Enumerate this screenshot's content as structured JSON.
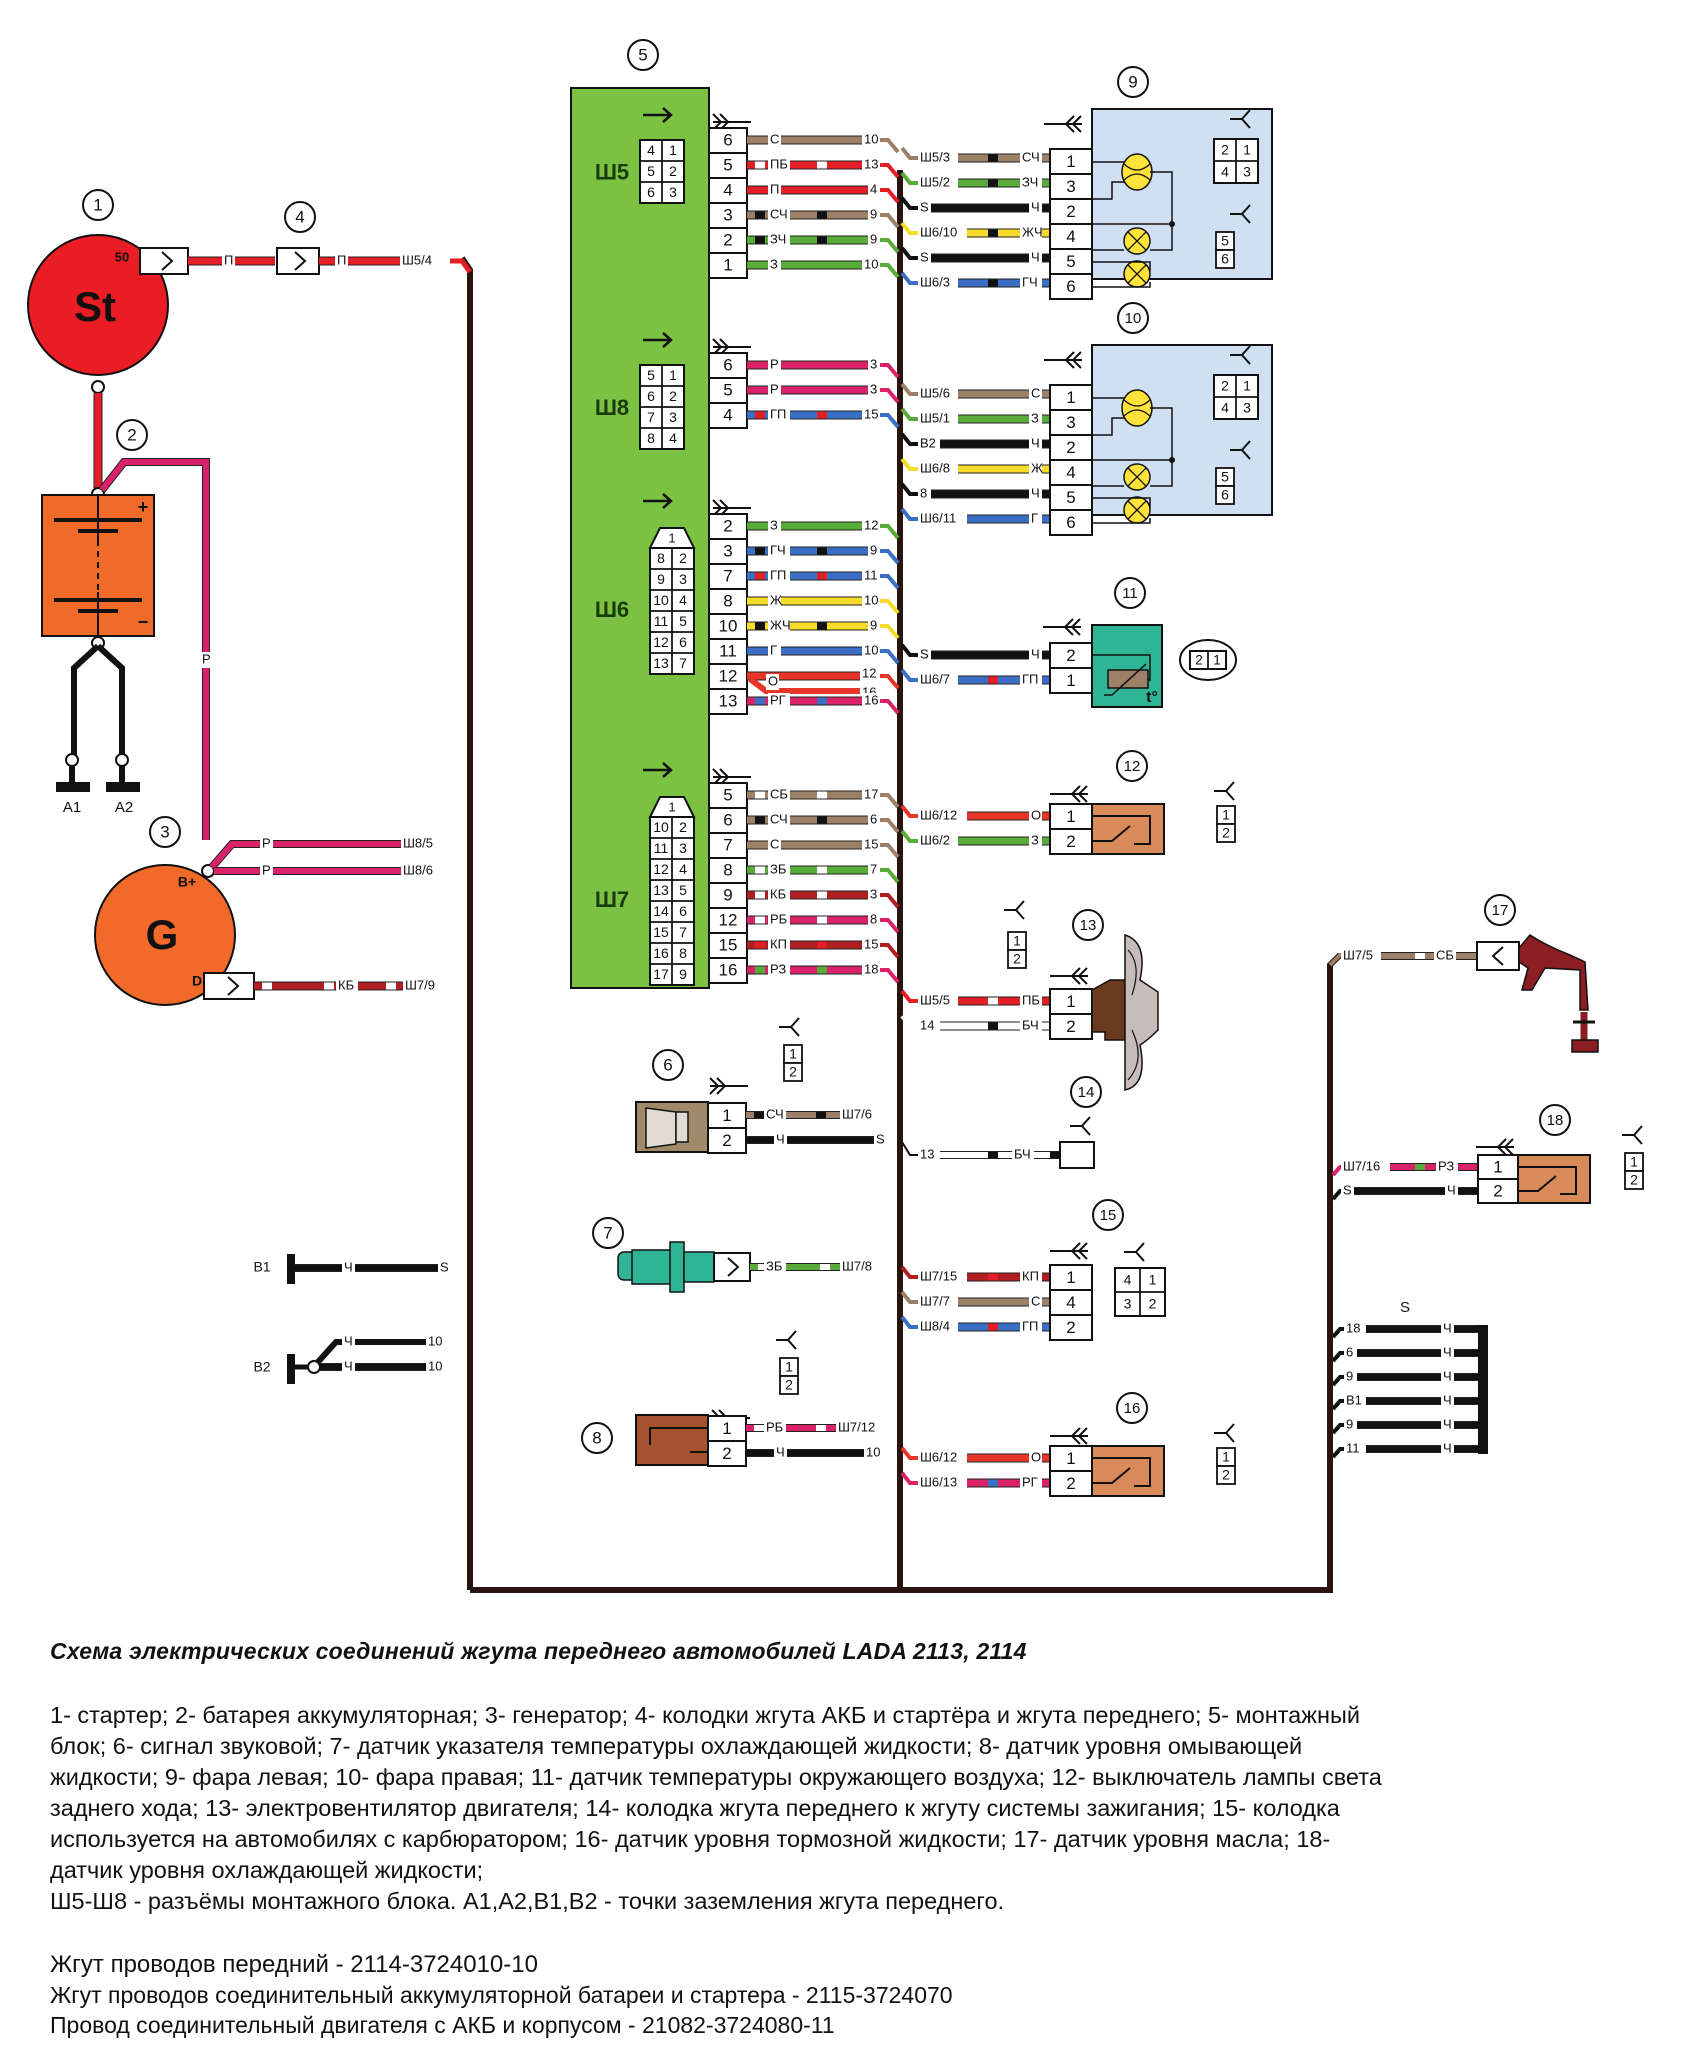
{
  "title": "Схема электрических соединений жгута переднего автомобилей LADA 2113, 2114",
  "legend_lines": [
    "1- стартер; 2- батарея аккумуляторная; 3- генератор; 4- колодки жгута АКБ и стартёра и жгута переднего; 5- монтажный",
    "блок; 6- сигнал звуковой; 7- датчик указателя температуры охлаждающей жидкости; 8- датчик уровня омывающей",
    "жидкости; 9- фара левая; 10- фара правая; 11- датчик температуры окружающего воздуха; 12- выключатель лампы света",
    "заднего хода; 13- электровентилятор двигателя; 14- колодка жгута переднего к жгуту системы зажигания; 15- колодка",
    "используется на автомобилях с карбюратором; 16- датчик уровня тормозной жидкости; 17- датчик уровня масла; 18-",
    "датчик уровня охлаждающей жидкости;",
    "Ш5-Ш8 - разъёмы монтажного блока. A1,A2,B1,B2 - точки заземления жгута переднего."
  ],
  "parts": [
    "Жгут проводов передний - 2114-3724010-10",
    "Жгут проводов соединительный аккумуляторной батареи и стартера - 2115-3724070",
    "Провод соединительный двигателя с АКБ и корпусом - 21082-3724080-11"
  ],
  "colors": {
    "harness": "#2a1410",
    "mount_block": "#7cc242",
    "starter": "#ea1c24",
    "battery": "#f06a2a",
    "generator": "#f26a2a",
    "headlamp_body": "#cfe0f3",
    "lamp": "#ffe23a",
    "sensor_green": "#2fb596",
    "switch_body": "#d98a5a",
    "horn_body": "#a08a6a",
    "fan_motor": "#6b3a1e",
    "fan_blade": "#c8bcb8",
    "oil_sensor": "#8a1e22"
  },
  "wire_colors": {
    "П": [
      "#e31e24"
    ],
    "ПБ": [
      "#e31e24",
      "#ffffff"
    ],
    "С": [
      "#9c8068"
    ],
    "СЧ": [
      "#9c8068",
      "#111111"
    ],
    "СБ": [
      "#9c8068",
      "#ffffff"
    ],
    "З": [
      "#5aac3a"
    ],
    "ЗЧ": [
      "#5aac3a",
      "#111111"
    ],
    "ЗБ": [
      "#5aac3a",
      "#ffffff"
    ],
    "Р": [
      "#d9226a"
    ],
    "РБ": [
      "#d9226a",
      "#ffffff"
    ],
    "РГ": [
      "#d9226a",
      "#3b6fc6"
    ],
    "РЗ": [
      "#d9226a",
      "#5aac3a"
    ],
    "Г": [
      "#3b6fc6"
    ],
    "ГЧ": [
      "#3b6fc6",
      "#111111"
    ],
    "ГП": [
      "#3b6fc6",
      "#e31e24"
    ],
    "Ж": [
      "#f5dc2a"
    ],
    "ЖЧ": [
      "#f5dc2a",
      "#111111"
    ],
    "О": [
      "#e8352a"
    ],
    "Ч": [
      "#111111"
    ],
    "КБ": [
      "#b01e22",
      "#ffffff"
    ],
    "КП": [
      "#b01e22",
      "#e31e24"
    ],
    "БЧ": [
      "#ffffff",
      "#111111"
    ]
  },
  "components": [
    {
      "id": "1",
      "name": "starter",
      "symbol": "St",
      "terminal": "50"
    },
    {
      "id": "2",
      "name": "battery",
      "plus": "+",
      "minus": "−"
    },
    {
      "id": "3",
      "name": "generator",
      "symbol": "G",
      "terminal_b": "B+",
      "terminal_d": "D"
    },
    {
      "id": "4",
      "name": "connector-battery-starter"
    },
    {
      "id": "5",
      "name": "mounting-block"
    },
    {
      "id": "6",
      "name": "horn"
    },
    {
      "id": "7",
      "name": "coolant-temp-sensor"
    },
    {
      "id": "8",
      "name": "washer-fluid-sensor"
    },
    {
      "id": "9",
      "name": "headlamp-left"
    },
    {
      "id": "10",
      "name": "headlamp-right"
    },
    {
      "id": "11",
      "name": "ambient-temp-sensor",
      "symbol": "t°"
    },
    {
      "id": "12",
      "name": "reverse-light-switch"
    },
    {
      "id": "13",
      "name": "cooling-fan"
    },
    {
      "id": "14",
      "name": "ignition-harness-connector"
    },
    {
      "id": "15",
      "name": "carburetor-connector"
    },
    {
      "id": "16",
      "name": "brake-fluid-sensor"
    },
    {
      "id": "17",
      "name": "oil-level-sensor"
    },
    {
      "id": "18",
      "name": "coolant-level-sensor"
    }
  ],
  "grounds": [
    "A1",
    "A2",
    "B1",
    "B2"
  ],
  "splice_label": "S",
  "blocks": [
    {
      "name": "Ш5",
      "pinmap": [
        [
          "4",
          "1"
        ],
        [
          "5",
          "2"
        ],
        [
          "6",
          "3"
        ]
      ],
      "rows": [
        {
          "pin": "6",
          "color": "С",
          "dest": "10"
        },
        {
          "pin": "5",
          "color": "ПБ",
          "dest": "13"
        },
        {
          "pin": "4",
          "color": "П",
          "dest": "4"
        },
        {
          "pin": "3",
          "color": "СЧ",
          "dest": "9"
        },
        {
          "pin": "2",
          "color": "ЗЧ",
          "dest": "9"
        },
        {
          "pin": "1",
          "color": "З",
          "dest": "10"
        }
      ]
    },
    {
      "name": "Ш8",
      "pinmap": [
        [
          "5",
          "1"
        ],
        [
          "6",
          "2"
        ],
        [
          "7",
          "3"
        ],
        [
          "8",
          "4"
        ]
      ],
      "rows": [
        {
          "pin": "6",
          "color": "Р",
          "dest": "3"
        },
        {
          "pin": "5",
          "color": "Р",
          "dest": "3"
        },
        {
          "pin": "4",
          "color": "ГП",
          "dest": "15"
        }
      ]
    },
    {
      "name": "Ш6",
      "pinmap_top": "1",
      "pinmap": [
        [
          "8",
          "2"
        ],
        [
          "9",
          "3"
        ],
        [
          "10",
          "4"
        ],
        [
          "11",
          "5"
        ],
        [
          "12",
          "6"
        ],
        [
          "13",
          "7"
        ]
      ],
      "rows": [
        {
          "pin": "2",
          "color": "З",
          "dest": "12"
        },
        {
          "pin": "3",
          "color": "ГЧ",
          "dest": "9"
        },
        {
          "pin": "7",
          "color": "ГП",
          "dest": "11"
        },
        {
          "pin": "8",
          "color": "Ж",
          "dest": "10"
        },
        {
          "pin": "10",
          "color": "ЖЧ",
          "dest": "9"
        },
        {
          "pin": "11",
          "color": "Г",
          "dest": "10"
        },
        {
          "pin": "12",
          "color": "О",
          "dest": "12",
          "dest2": "16"
        },
        {
          "pin": "13",
          "color": "РГ",
          "dest": "16"
        }
      ]
    },
    {
      "name": "Ш7",
      "pinmap_top": "1",
      "pinmap": [
        [
          "10",
          "2"
        ],
        [
          "11",
          "3"
        ],
        [
          "12",
          "4"
        ],
        [
          "13",
          "5"
        ],
        [
          "14",
          "6"
        ],
        [
          "15",
          "7"
        ],
        [
          "16",
          "8"
        ],
        [
          "17",
          "9"
        ]
      ],
      "rows": [
        {
          "pin": "5",
          "color": "СБ",
          "dest": "17"
        },
        {
          "pin": "6",
          "color": "СЧ",
          "dest": "6"
        },
        {
          "pin": "7",
          "color": "С",
          "dest": "15"
        },
        {
          "pin": "8",
          "color": "ЗБ",
          "dest": "7"
        },
        {
          "pin": "9",
          "color": "КБ",
          "dest": "3"
        },
        {
          "pin": "12",
          "color": "РБ",
          "dest": "8"
        },
        {
          "pin": "15",
          "color": "КП",
          "dest": "15"
        },
        {
          "pin": "16",
          "color": "РЗ",
          "dest": "18"
        }
      ]
    }
  ],
  "left_wires": [
    {
      "from": "starter-50",
      "color": "П",
      "mid": "connector-4",
      "dest": "Ш5/4"
    },
    {
      "from": "generator-B+",
      "color": "Р",
      "dest": "Ш8/5"
    },
    {
      "from": "generator-B+",
      "color": "Р",
      "dest": "Ш8/6"
    },
    {
      "from": "generator-D",
      "color": "КБ",
      "dest": "Ш7/9"
    },
    {
      "from": "battery-plus",
      "color": "Р",
      "label": "Р"
    },
    {
      "from": "B1",
      "color": "Ч",
      "dest": "S"
    },
    {
      "from": "B2",
      "color": "Ч",
      "dest": "10"
    },
    {
      "from": "B2",
      "color": "Ч",
      "dest": "10"
    },
    {
      "from": "horn-1",
      "color": "СЧ",
      "dest": "Ш7/6"
    },
    {
      "from": "horn-2",
      "color": "Ч",
      "dest": "S"
    },
    {
      "from": "sensor-7",
      "color": "ЗБ",
      "dest": "Ш7/8"
    },
    {
      "from": "sensor-8-1",
      "color": "РБ",
      "dest": "Ш7/12"
    },
    {
      "from": "sensor-8-2",
      "color": "Ч",
      "dest": "10"
    }
  ],
  "headlamp_left": {
    "pinmap": [
      [
        "2",
        "1"
      ],
      [
        "4",
        "3"
      ]
    ],
    "pinmap2": [
      "5",
      "6"
    ],
    "rows": [
      {
        "pin": "1",
        "src": "Ш5/3",
        "color": "СЧ"
      },
      {
        "pin": "3",
        "src": "Ш5/2",
        "color": "ЗЧ"
      },
      {
        "pin": "2",
        "src": "S",
        "color": "Ч"
      },
      {
        "pin": "4",
        "src": "Ш6/10",
        "color": "ЖЧ"
      },
      {
        "pin": "5",
        "src": "S",
        "color": "Ч"
      },
      {
        "pin": "6",
        "src": "Ш6/3",
        "color": "ГЧ"
      }
    ]
  },
  "headlamp_right": {
    "pinmap": [
      [
        "2",
        "1"
      ],
      [
        "4",
        "3"
      ]
    ],
    "pinmap2": [
      "5",
      "6"
    ],
    "rows": [
      {
        "pin": "1",
        "src": "Ш5/6",
        "color": "С"
      },
      {
        "pin": "3",
        "src": "Ш5/1",
        "color": "З"
      },
      {
        "pin": "2",
        "src": "B2",
        "color": "Ч"
      },
      {
        "pin": "4",
        "src": "Ш6/8",
        "color": "Ж"
      },
      {
        "pin": "5",
        "src": "8",
        "src2": "B2",
        "color": "Ч"
      },
      {
        "pin": "6",
        "src": "Ш6/11",
        "color": "Г"
      }
    ]
  },
  "sensor_11": {
    "pinmap": [
      "2",
      "1"
    ],
    "rows": [
      {
        "pin": "2",
        "src": "S",
        "color": "Ч"
      },
      {
        "pin": "1",
        "src": "Ш6/7",
        "color": "ГП"
      }
    ]
  },
  "switch_12": {
    "pinmap": [
      "1",
      "2"
    ],
    "rows": [
      {
        "pin": "1",
        "src": "Ш6/12",
        "color": "О"
      },
      {
        "pin": "2",
        "src": "Ш6/2",
        "color": "З"
      }
    ]
  },
  "fan_13": {
    "pinmap": [
      "1",
      "2"
    ],
    "rows": [
      {
        "pin": "1",
        "src": "Ш5/5",
        "color": "ПБ"
      },
      {
        "pin": "2",
        "src": "14",
        "color": "БЧ"
      }
    ]
  },
  "conn_14": {
    "rows": [
      {
        "src": "13",
        "color": "БЧ"
      }
    ]
  },
  "conn_15": {
    "pinmap": [
      [
        "4",
        "1"
      ],
      [
        "3",
        "2"
      ]
    ],
    "rows": [
      {
        "pin": "1",
        "src": "Ш7/15",
        "color": "КП"
      },
      {
        "pin": "4",
        "src": "Ш7/7",
        "color": "С"
      },
      {
        "pin": "2",
        "src": "Ш8/4",
        "color": "ГП"
      }
    ]
  },
  "sensor_16": {
    "pinmap": [
      "1",
      "2"
    ],
    "rows": [
      {
        "pin": "1",
        "src": "Ш6/12",
        "color": "О"
      },
      {
        "pin": "2",
        "src": "Ш6/13",
        "color": "РГ"
      }
    ]
  },
  "sensor_17": {
    "rows": [
      {
        "src": "Ш7/5",
        "color": "СБ"
      }
    ]
  },
  "sensor_18": {
    "pinmap": [
      "1",
      "2"
    ],
    "rows": [
      {
        "pin": "1",
        "src": "Ш7/16",
        "color": "РЗ"
      },
      {
        "pin": "2",
        "src": "S",
        "color": "Ч"
      }
    ]
  },
  "splice_s": {
    "rows": [
      {
        "src": "18",
        "color": "Ч"
      },
      {
        "src": "6",
        "color": "Ч"
      },
      {
        "src": "9",
        "color": "Ч"
      },
      {
        "src": "B1",
        "color": "Ч"
      },
      {
        "src": "9",
        "color": "Ч"
      },
      {
        "src": "11",
        "color": "Ч"
      }
    ]
  },
  "horn_pinmap": [
    "1",
    "2"
  ],
  "sensor8_pinmap": [
    "1",
    "2"
  ]
}
